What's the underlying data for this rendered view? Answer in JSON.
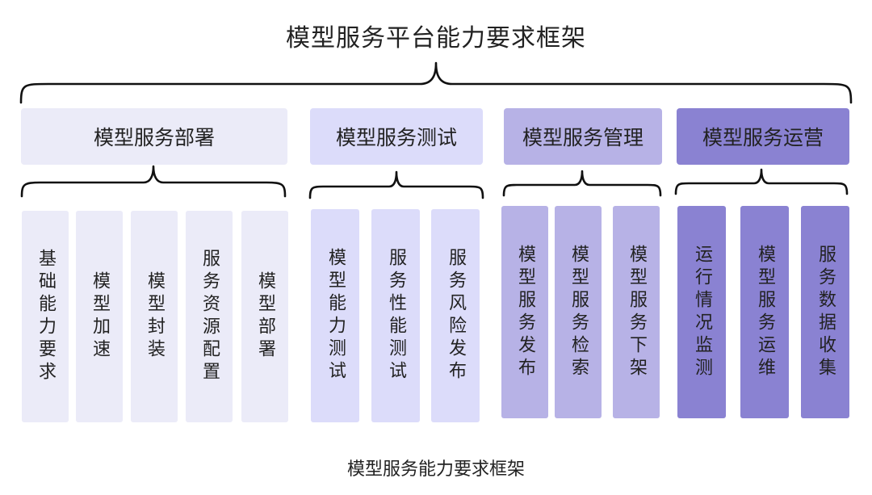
{
  "title": "模型服务平台能力要求框架",
  "caption": "模型服务能力要求框架",
  "colors": {
    "deploy": "#ebebf8",
    "test": "#dcdcfa",
    "manage": "#b7b2e6",
    "operate": "#8a82d2"
  },
  "groups": [
    {
      "id": "deploy",
      "label": "模型服务部署",
      "items": [
        "基础能力要求",
        "模型加速",
        "模型封装",
        "服务资源配置",
        "模型部署"
      ]
    },
    {
      "id": "test",
      "label": "模型服务测试",
      "items": [
        "模型能力测试",
        "服务性能测试",
        "服务风险发布"
      ]
    },
    {
      "id": "manage",
      "label": "模型服务管理",
      "items": [
        "模型服务发布",
        "模型服务检索",
        "模型服务下架"
      ]
    },
    {
      "id": "operate",
      "label": "模型服务运营",
      "items": [
        "运行情况监测",
        "模型服务运维",
        "服务数据收集"
      ]
    }
  ]
}
